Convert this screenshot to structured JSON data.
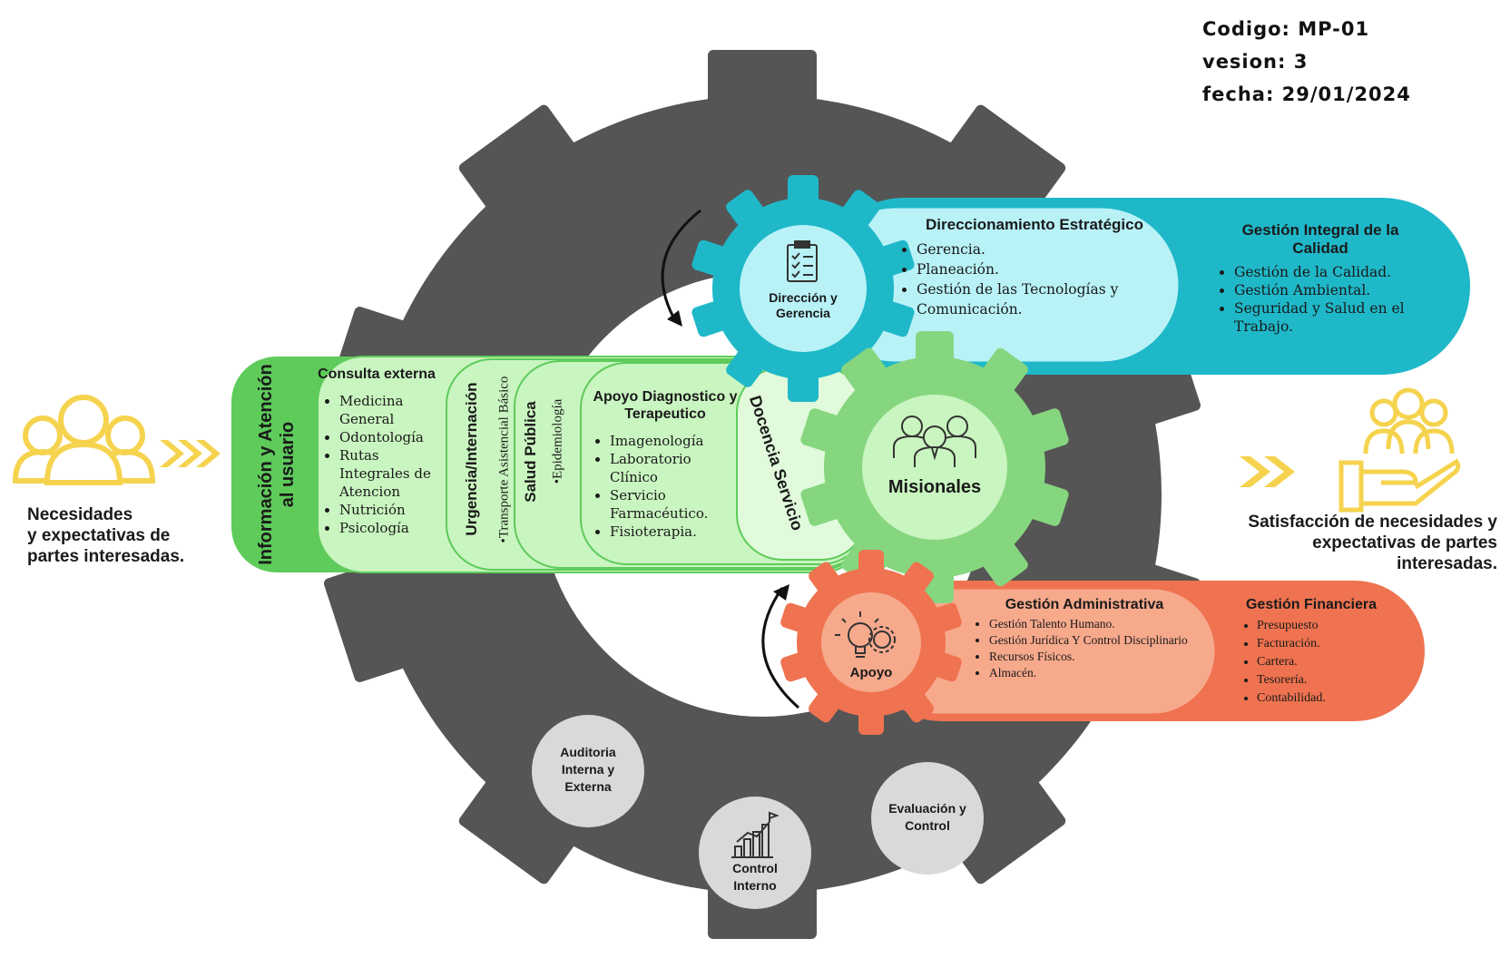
{
  "meta": {
    "codigo": "Codigo: MP-01",
    "version": "vesion: 3",
    "fecha": "fecha: 29/01/2024"
  },
  "left": {
    "text": [
      "Necesidades",
      "y expectativas de",
      "partes interesadas."
    ]
  },
  "right": {
    "text": [
      "Satisfacción de necesidades y",
      "expectativas de partes",
      "interesadas."
    ]
  },
  "colors": {
    "dark_gear": "#555555",
    "cyan": "#1fb8c9",
    "light_cyan": "#b8f2f7",
    "green": "#5ecb5a",
    "light_green": "#c9f5c0",
    "orange": "#ef7350",
    "light_orange": "#f7a98c",
    "yellow": "#f5d34e"
  },
  "direccion": {
    "gear_label": "Dirección y Gerencia",
    "estrategico": {
      "title": "Direccionamiento Estratégico",
      "items": [
        "Gerencia.",
        "Planeación.",
        "Gestión de las Tecnologías y Comunicación."
      ]
    },
    "calidad": {
      "title": "Gestión Integral de la Calidad",
      "items": [
        "Gestión de la Calidad.",
        "Gestión Ambiental.",
        "Seguridad y Salud en el Trabajo."
      ]
    }
  },
  "misionales": {
    "gear_label": "Misionales",
    "informacion": "Información y Atención al usuario",
    "consulta": {
      "title": "Consulta externa",
      "items": [
        "Medicina General",
        "Odontología",
        "Rutas Integrales de Atencion",
        "Nutrición",
        "Psicología"
      ]
    },
    "urgencia": {
      "title": "Urgencia/Internación",
      "sub": "•Transporte Asistencial Básico"
    },
    "salud": {
      "title": "Salud Pública",
      "sub": "•Epidemiología"
    },
    "apoyo_dx": {
      "title": "Apoyo Diagnostico y Terapeutico",
      "items": [
        "Imagenología",
        "Laboratorio Clínico",
        "Servicio Farmacéutico.",
        "Fisioterapia."
      ]
    },
    "docencia": "Docencia Servicio"
  },
  "apoyo": {
    "gear_label": "Apoyo",
    "administrativa": {
      "title": "Gestión Administrativa",
      "items": [
        "Gestión Talento Humano.",
        "Gestión Jurídica Y Control Disciplinario",
        "Recursos Físicos.",
        "Almacén."
      ]
    },
    "financiera": {
      "title": "Gestión Financiera",
      "items": [
        "Presupuesto",
        "Facturación.",
        "Cartera.",
        "Tesorería.",
        "Contabilidad."
      ]
    }
  },
  "control": {
    "auditoria": "Auditoria Interna y Externa",
    "control_interno": "Control Interno",
    "evaluacion": "Evaluación y Control"
  }
}
